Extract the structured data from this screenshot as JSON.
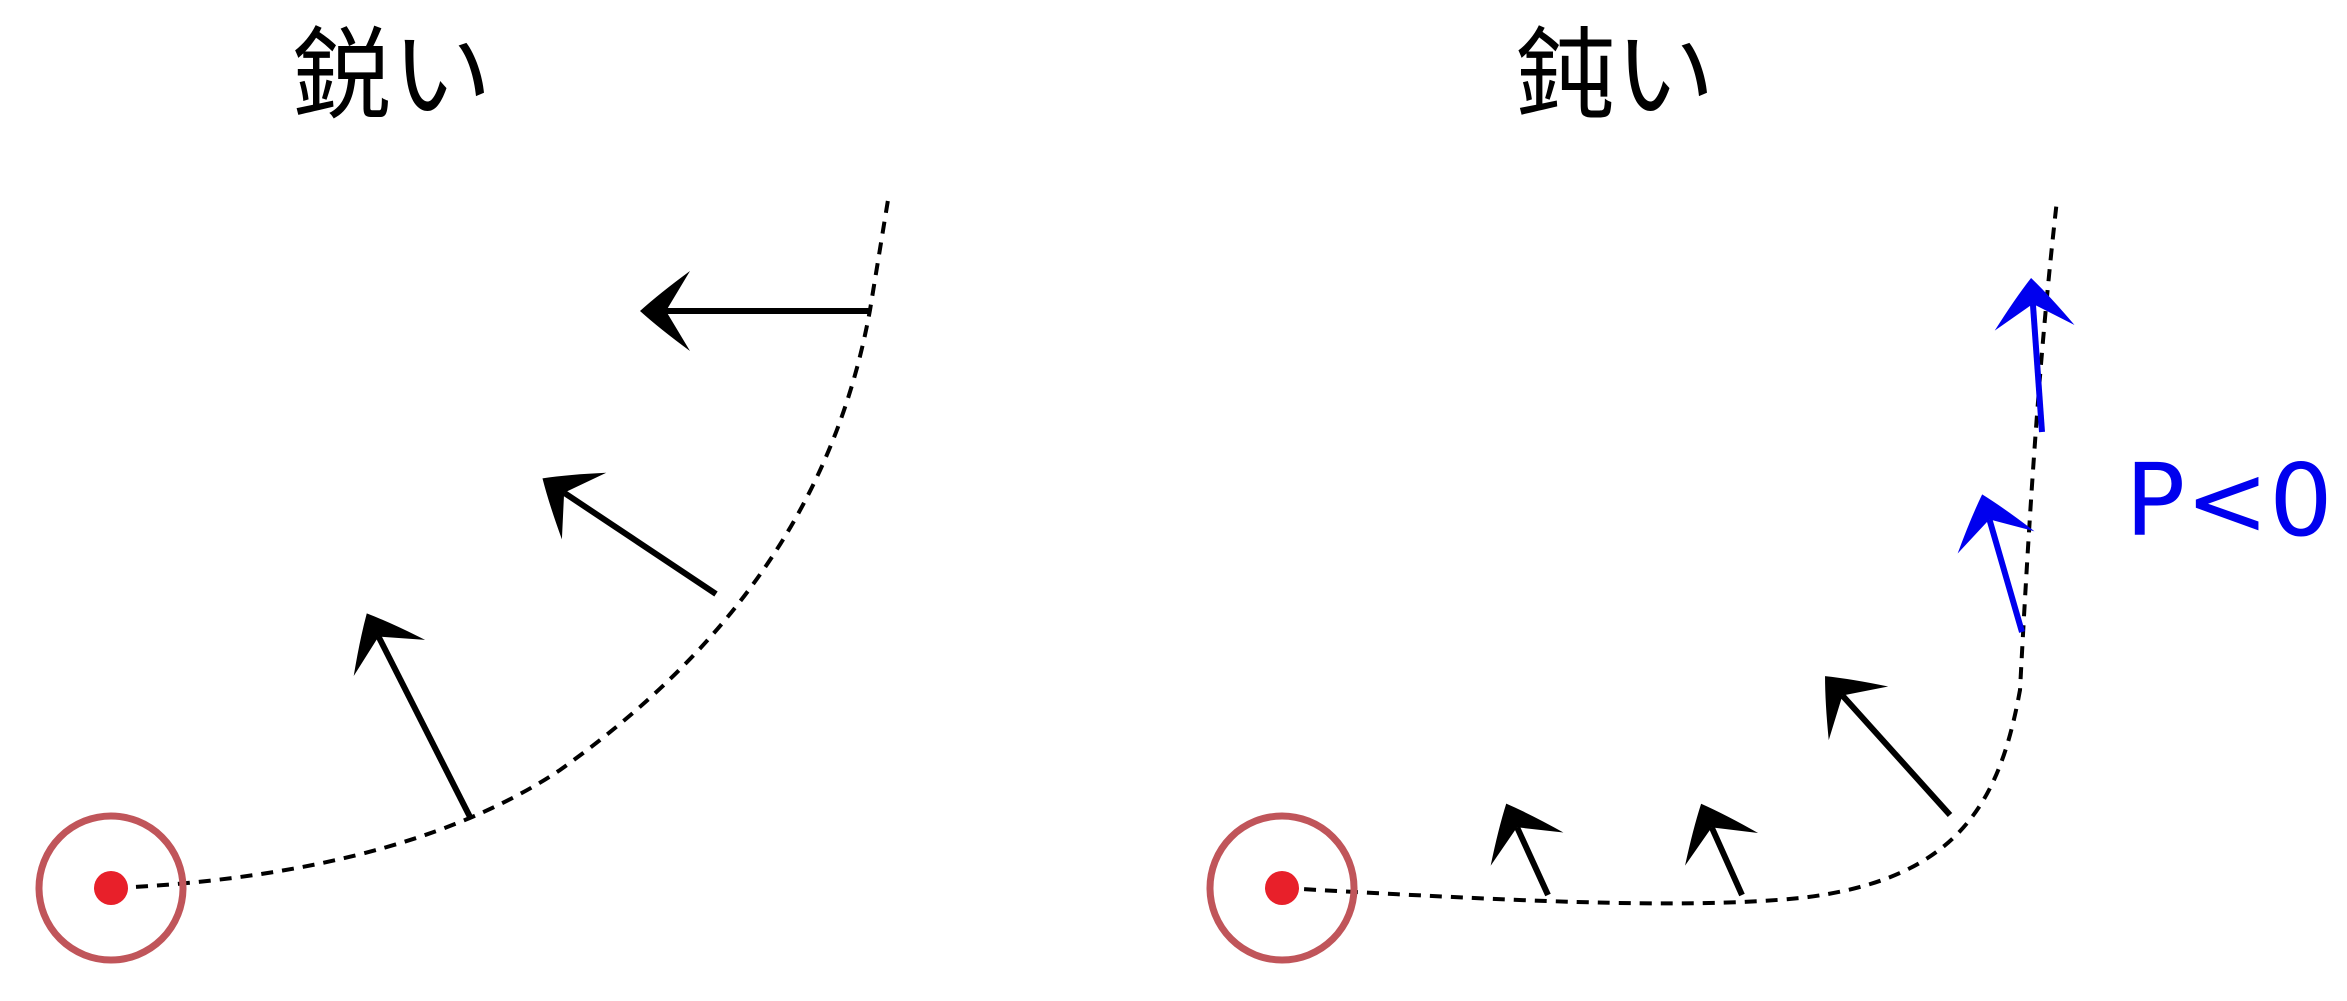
{
  "panels": [
    {
      "title": "鋭い"
    },
    {
      "title": "鈍い"
    }
  ],
  "annotation": {
    "power_label": "P<0"
  },
  "colors": {
    "normal_force": "#000000",
    "negative_power_force": "#0000ee",
    "annotation_text": "#0000ee",
    "start_dot": "#e8202a",
    "start_ring": "#c0555a",
    "trajectory": "#000000"
  }
}
